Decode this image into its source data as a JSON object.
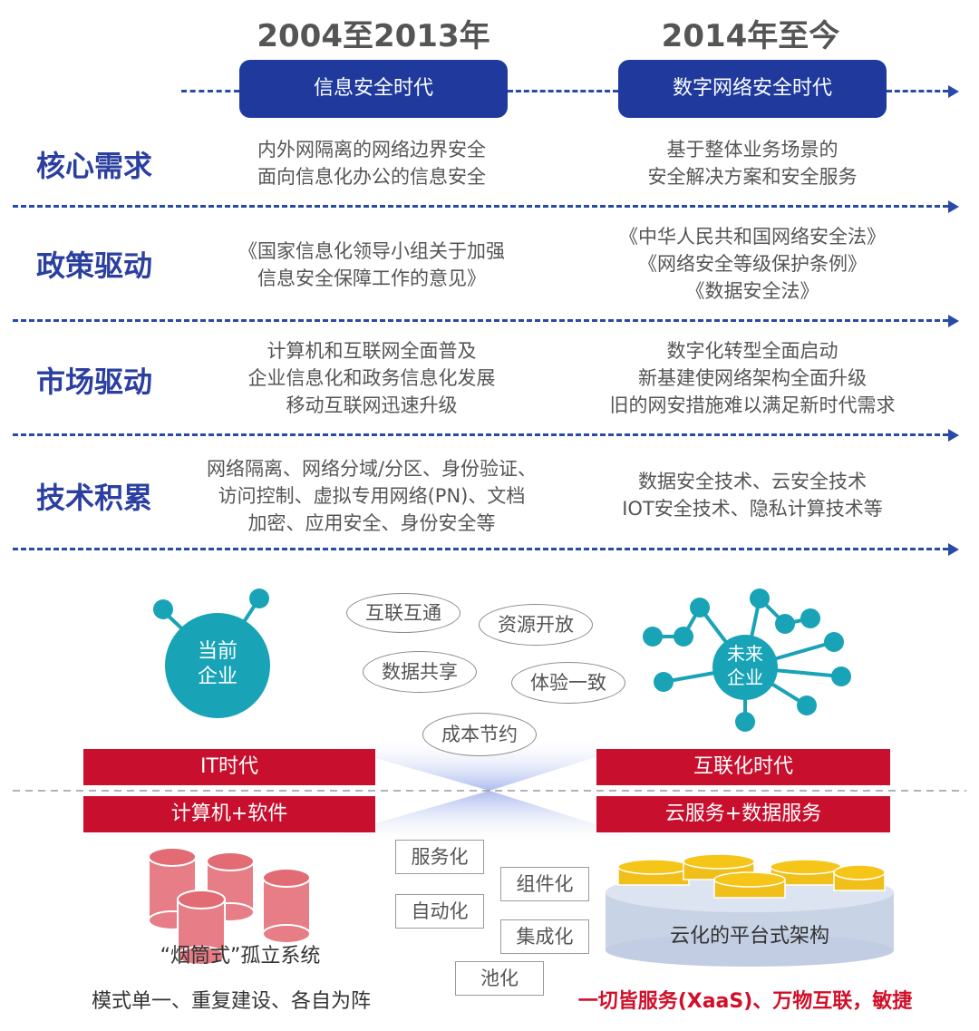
{
  "eras": [
    {
      "year": "2004至2013年",
      "name": "信息安全时代"
    },
    {
      "year": "2014年至今",
      "name": "数字网络安全时代"
    }
  ],
  "rows": [
    {
      "label": "核心需求",
      "left": [
        "内外网隔离的网络边界安全",
        "面向信息化办公的信息安全"
      ],
      "right": [
        "基于整体业务场景的",
        "安全解决方案和安全服务"
      ]
    },
    {
      "label": "政策驱动",
      "left": [
        "《国家信息化领导小组关于加强",
        "信息安全保障工作的意见》"
      ],
      "right": [
        "《中华人民共和国网络安全法》",
        "《网络安全等级保护条例》",
        "《数据安全法》"
      ]
    },
    {
      "label": "市场驱动",
      "left": [
        "计算机和互联网全面普及",
        "企业信息化和政务信息化发展",
        "移动互联网迅速升级"
      ],
      "right": [
        "数字化转型全面启动",
        "新基建使网络架构全面升级",
        "旧的网安措施难以满足新时代需求"
      ]
    },
    {
      "label": "技术积累",
      "left": [
        "网络隔离、网络分域/分区、身份验证、",
        "访问控制、虚拟专用网络(PN)、文档",
        "加密、应用安全、身份安全等"
      ],
      "right": [
        "数据安全技术、云安全技术",
        "IOT安全技术、隐私计算技术等"
      ]
    }
  ],
  "bottom": {
    "current_enterprise": [
      "当前",
      "企业"
    ],
    "future_enterprise": [
      "未来",
      "企业"
    ],
    "bubbles": [
      "互联互通",
      "资源开放",
      "数据共享",
      "体验一致",
      "成本节约"
    ],
    "left_bars": [
      "IT时代",
      "计算机+软件"
    ],
    "right_bars": [
      "互联化时代",
      "云服务+数据服务"
    ],
    "boxes": [
      "服务化",
      "组件化",
      "自动化",
      "集成化",
      "池化"
    ],
    "silo_label": "“烟筒式”孤立系统",
    "left_caption": "模式单一、重复建设、各自为阵",
    "cloud_label": "云化的平台式架构",
    "right_caption": "一切皆服务(XaaS)、万物互联，敏捷"
  }
}
